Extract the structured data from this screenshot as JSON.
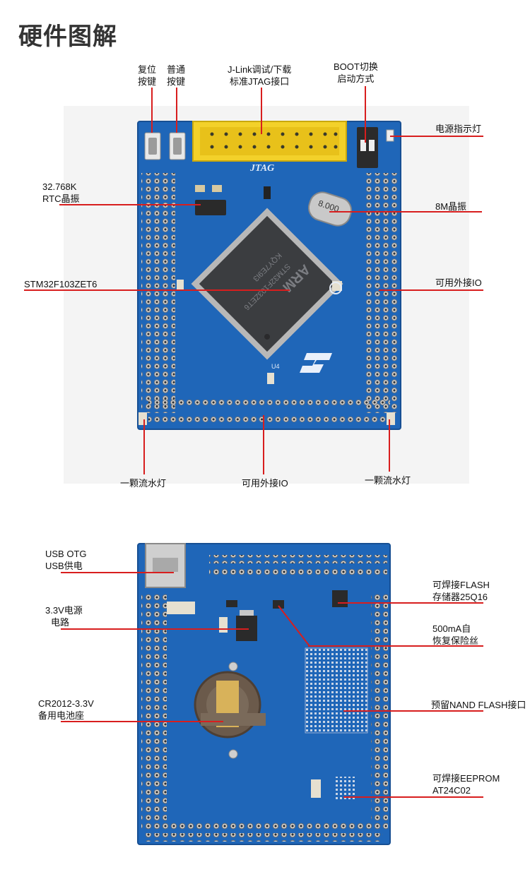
{
  "title": "硬件图解",
  "front": {
    "silk": {
      "jtag": "JTAG",
      "u4": "U4",
      "chip_brand": "ARM",
      "chip_part": "STM32F103ZET6",
      "chip_code": "KQY7E9I3",
      "st_logo": "ST",
      "crystal_mark": "8.000"
    },
    "labels": {
      "reset_button": [
        "复位",
        "按键"
      ],
      "normal_button": [
        "普通",
        "按键"
      ],
      "jlink": [
        "J-Link调试/下载",
        "标准JTAG接口"
      ],
      "boot": [
        "BOOT切换",
        "启动方式"
      ],
      "power_led": "电源指示灯",
      "rtc": [
        "32.768K",
        "RTC晶振"
      ],
      "crystal_8m": "8M晶振",
      "mcu": "STM32F103ZET6",
      "io_right": "可用外接IO",
      "led_left": "一颗流水灯",
      "io_bottom": "可用外接IO",
      "led_right": "一颗流水灯"
    }
  },
  "back": {
    "labels": {
      "usb": [
        "USB OTG",
        "USB供电"
      ],
      "power_3v3": [
        "3.3V电源",
        "电路"
      ],
      "battery": [
        "CR2012-3.3V",
        "备用电池座"
      ],
      "flash": [
        "可焊接FLASH",
        "存储器25Q16"
      ],
      "fuse": [
        "500mA自",
        "恢复保险丝"
      ],
      "nand": "预留NAND FLASH接口",
      "eeprom": [
        "可焊接EEPROM",
        "AT24C02"
      ]
    }
  },
  "colors": {
    "board": "#1f66b8",
    "callout": "#d81e1e",
    "header_yellow": "#f3d12a"
  }
}
